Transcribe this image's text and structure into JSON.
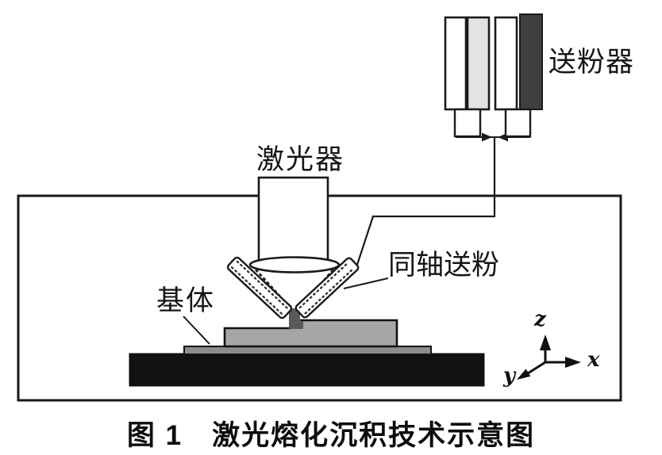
{
  "figure": {
    "caption": "图 1　激光熔化沉积技术示意图"
  },
  "labels": {
    "laser": "激光器",
    "powder_feeder": "送粉器",
    "coaxial_powder_feed": "同轴送粉",
    "substrate": "基体"
  },
  "axes": {
    "x_label": "x",
    "y_label": "y",
    "z_label": "z"
  },
  "colors": {
    "line": "#1a1a1a",
    "feeder_tube_white": "#ffffff",
    "feeder_tube_light": "#e3e3e3",
    "feeder_tube_dark": "#3f3f3f",
    "deposit_layer": "#a6a6a6",
    "substrate_plate": "#8c8c8c",
    "worktable": "#111111",
    "melt_spot": "#5a5a5a",
    "background": "#ffffff"
  },
  "components": {
    "powder_feeder_tube_count": 4,
    "coaxial_nozzle_count": 2
  }
}
